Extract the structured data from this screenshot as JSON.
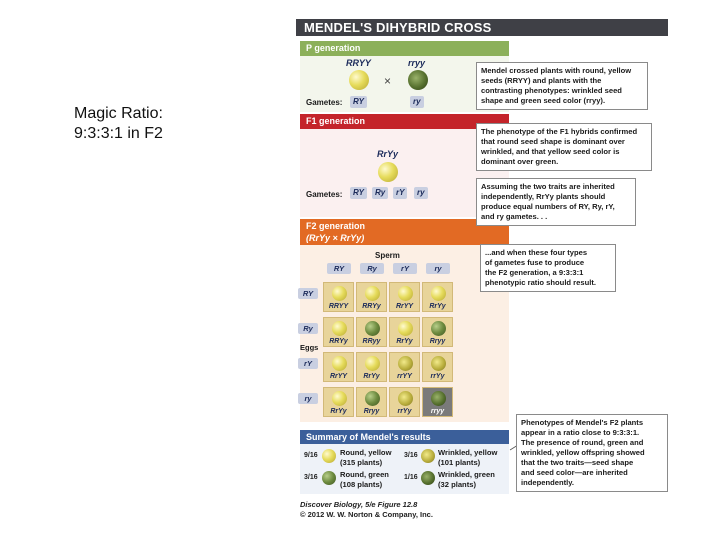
{
  "caption": {
    "line1": "Magic Ratio:",
    "line2": "9:3:3:1 in F2"
  },
  "figure": {
    "title": "MENDEL'S DIHYBRID CROSS",
    "p_generation": {
      "label": "P generation",
      "parent1": "RRYY",
      "parent2": "rryy",
      "cross_symbol": "×",
      "gametes_label": "Gametes:",
      "gametes": [
        "RY",
        "ry"
      ]
    },
    "f1_generation": {
      "label": "F1 generation",
      "genotype": "RrYy",
      "gametes_label": "Gametes:",
      "gametes": [
        "RY",
        "Ry",
        "rY",
        "ry"
      ]
    },
    "f2_generation": {
      "label_line1": "F2 generation",
      "label_line2": "(RrYy × RrYy)",
      "sperm_label": "Sperm",
      "eggs_label": "Eggs",
      "sperm": [
        "RY",
        "Ry",
        "rY",
        "ry"
      ],
      "eggs": [
        "RY",
        "Ry",
        "rY",
        "ry"
      ],
      "grid": [
        [
          {
            "g": "RRYY",
            "p": "yellow"
          },
          {
            "g": "RRYy",
            "p": "yellow"
          },
          {
            "g": "RrYY",
            "p": "yellow"
          },
          {
            "g": "RrYy",
            "p": "yellow"
          }
        ],
        [
          {
            "g": "RRYy",
            "p": "yellow"
          },
          {
            "g": "RRyy",
            "p": "green"
          },
          {
            "g": "RrYy",
            "p": "yellow"
          },
          {
            "g": "Rryy",
            "p": "green"
          }
        ],
        [
          {
            "g": "RrYY",
            "p": "yellow"
          },
          {
            "g": "RrYy",
            "p": "yellow"
          },
          {
            "g": "rrYY",
            "p": "wrinkled-y"
          },
          {
            "g": "rrYy",
            "p": "wrinkled-y"
          }
        ],
        [
          {
            "g": "RrYy",
            "p": "yellow"
          },
          {
            "g": "Rryy",
            "p": "green"
          },
          {
            "g": "rrYy",
            "p": "wrinkled-y"
          },
          {
            "g": "rryy",
            "p": "wrinkled-g"
          }
        ]
      ]
    },
    "summary": {
      "title": "Summary of Mendel's results",
      "items": [
        {
          "fraction": "9/16",
          "line1": "Round, yellow",
          "line2": "(315 plants)"
        },
        {
          "fraction": "3/16",
          "line1": "Wrinkled, yellow",
          "line2": "(101 plants)"
        },
        {
          "fraction": "3/16",
          "line1": "Round, green",
          "line2": "(108 plants)"
        },
        {
          "fraction": "1/16",
          "line1": "Wrinkled, green",
          "line2": "(32 plants)"
        }
      ]
    },
    "notes": {
      "n1": [
        "Mendel crossed plants with round, yellow",
        "seeds (RRYY) and plants with the",
        "contrasting phenotypes: wrinkled seed",
        "shape and green seed color (rryy)."
      ],
      "n2": [
        "The phenotype of the F1 hybrids confirmed",
        "that round seed shape is dominant over",
        "wrinkled, and that yellow seed color is",
        "dominant over green."
      ],
      "n3": [
        "Assuming the two traits are inherited",
        "independently, RrYy plants should",
        "produce equal numbers of RY, Ry, rY,",
        "and ry gametes. . ."
      ],
      "n4": [
        "...and when these four types",
        "of gametes fuse to produce",
        "the F2 generation, a 9:3:3:1",
        "phenotypic ratio should result."
      ],
      "n5": [
        "Phenotypes of Mendel's F2 plants",
        "appear in a ratio close to 9:3:3:1.",
        "The presence of round, green and",
        "wrinkled, yellow offspring showed",
        "that the two traits—seed shape",
        "and seed color—are inherited",
        "independently."
      ]
    },
    "credit": {
      "line1": "Discover Biology, 5/e  Figure 12.8",
      "line2": "© 2012 W. W. Norton & Company, Inc."
    }
  }
}
